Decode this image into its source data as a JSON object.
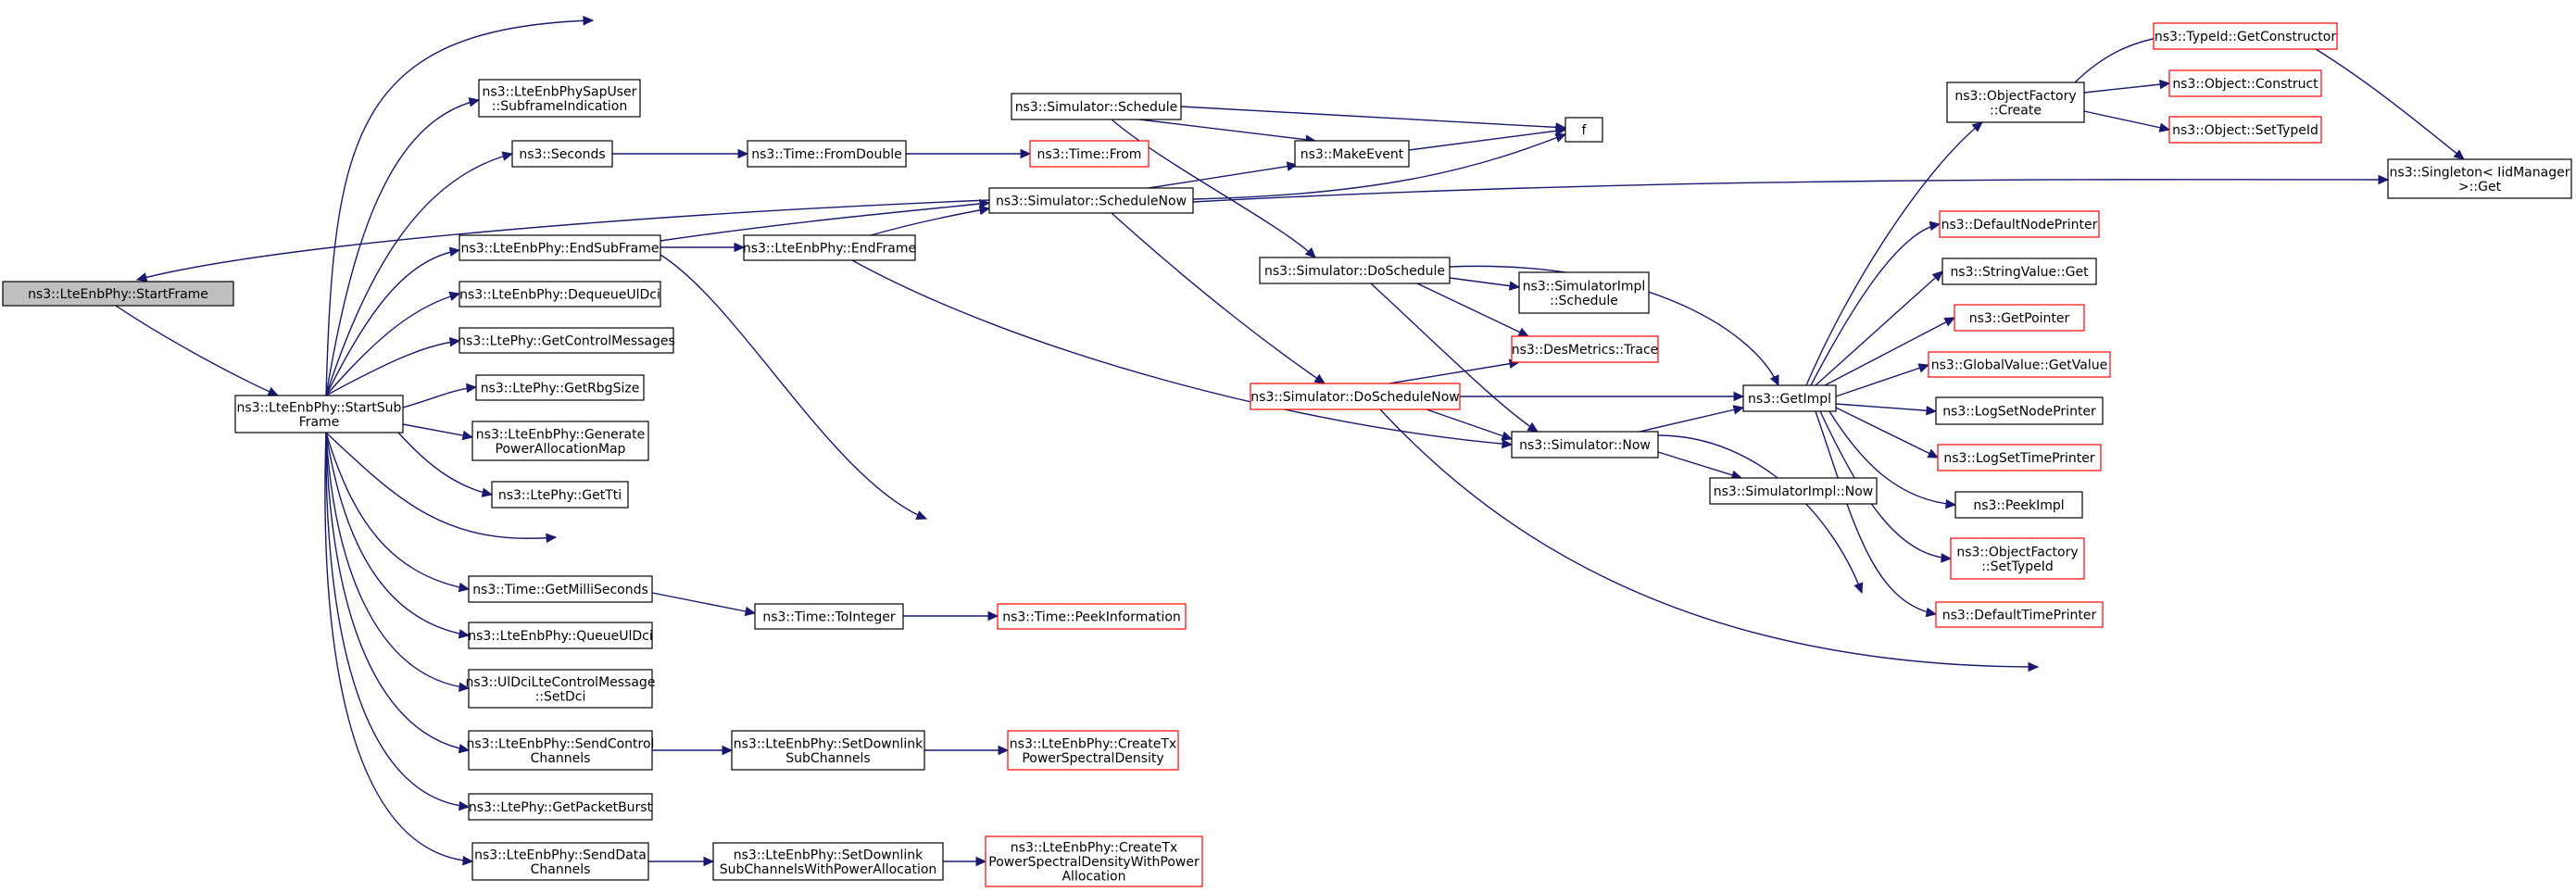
{
  "graph": {
    "title": "ns3::LteEnbPhy::StartFrame call graph",
    "colors": {
      "edge": "#191970",
      "node_border": "#000000",
      "truncated_border": "#ff0000",
      "root_fill": "#bfbfbf"
    },
    "nodes": {
      "startframe": {
        "lines": [
          "ns3::LteEnbPhy::StartFrame"
        ],
        "truncated": false,
        "root": true
      },
      "startsubframe": {
        "lines": [
          "ns3::LteEnbPhy::StartSub",
          "Frame"
        ],
        "truncated": false
      },
      "sapuser": {
        "lines": [
          "ns3::LteEnbPhySapUser",
          "::SubframeIndication"
        ],
        "truncated": false
      },
      "seconds": {
        "lines": [
          "ns3::Seconds"
        ],
        "truncated": false
      },
      "endsubframe": {
        "lines": [
          "ns3::LteEnbPhy::EndSubFrame"
        ],
        "truncated": false
      },
      "dequeueuldci": {
        "lines": [
          "ns3::LteEnbPhy::DequeueUlDci"
        ],
        "truncated": false
      },
      "getcontrolmessages": {
        "lines": [
          "ns3::LtePhy::GetControlMessages"
        ],
        "truncated": false
      },
      "getrbgsize": {
        "lines": [
          "ns3::LtePhy::GetRbgSize"
        ],
        "truncated": false
      },
      "generatepower": {
        "lines": [
          "ns3::LteEnbPhy::Generate",
          "PowerAllocationMap"
        ],
        "truncated": false
      },
      "gettti": {
        "lines": [
          "ns3::LtePhy::GetTti"
        ],
        "truncated": false
      },
      "getmilliseconds": {
        "lines": [
          "ns3::Time::GetMilliSeconds"
        ],
        "truncated": false
      },
      "queueuldci": {
        "lines": [
          "ns3::LteEnbPhy::QueueUlDci"
        ],
        "truncated": false
      },
      "setdci": {
        "lines": [
          "ns3::UlDciLteControlMessage",
          "::SetDci"
        ],
        "truncated": false
      },
      "sendcontrol": {
        "lines": [
          "ns3::LteEnbPhy::SendControl",
          "Channels"
        ],
        "truncated": false
      },
      "getpacketburst": {
        "lines": [
          "ns3::LtePhy::GetPacketBurst"
        ],
        "truncated": false
      },
      "senddata": {
        "lines": [
          "ns3::LteEnbPhy::SendData",
          "Channels"
        ],
        "truncated": false
      },
      "fromdouble": {
        "lines": [
          "ns3::Time::FromDouble"
        ],
        "truncated": false
      },
      "timefrom": {
        "lines": [
          "ns3::Time::From"
        ],
        "truncated": true
      },
      "endframe": {
        "lines": [
          "ns3::LteEnbPhy::EndFrame"
        ],
        "truncated": false
      },
      "tointeger": {
        "lines": [
          "ns3::Time::ToInteger"
        ],
        "truncated": false
      },
      "peekinformation": {
        "lines": [
          "ns3::Time::PeekInformation"
        ],
        "truncated": true
      },
      "setdownlinksub": {
        "lines": [
          "ns3::LteEnbPhy::SetDownlink",
          "SubChannels"
        ],
        "truncated": false
      },
      "createtxpsd": {
        "lines": [
          "ns3::LteEnbPhy::CreateTx",
          "PowerSpectralDensity"
        ],
        "truncated": true
      },
      "setdownlinkpower": {
        "lines": [
          "ns3::LteEnbPhy::SetDownlink",
          "SubChannelsWithPowerAllocation"
        ],
        "truncated": false
      },
      "createtxpsdpower": {
        "lines": [
          "ns3::LteEnbPhy::CreateTx",
          "PowerSpectralDensityWithPower",
          "Allocation"
        ],
        "truncated": true
      },
      "schedule": {
        "lines": [
          "ns3::Simulator::Schedule"
        ],
        "truncated": false
      },
      "schedulenow": {
        "lines": [
          "ns3::Simulator::ScheduleNow"
        ],
        "truncated": false
      },
      "makeevent": {
        "lines": [
          "ns3::MakeEvent"
        ],
        "truncated": false
      },
      "f": {
        "lines": [
          "f"
        ],
        "truncated": false
      },
      "doschedule": {
        "lines": [
          "ns3::Simulator::DoSchedule"
        ],
        "truncated": false
      },
      "doschedulenow": {
        "lines": [
          "ns3::Simulator::DoScheduleNow"
        ],
        "truncated": true
      },
      "simimplschedule": {
        "lines": [
          "ns3::SimulatorImpl",
          "::Schedule"
        ],
        "truncated": false
      },
      "desmetricstrace": {
        "lines": [
          "ns3::DesMetrics::Trace"
        ],
        "truncated": true
      },
      "simnow": {
        "lines": [
          "ns3::Simulator::Now"
        ],
        "truncated": false
      },
      "simimplnow": {
        "lines": [
          "ns3::SimulatorImpl::Now"
        ],
        "truncated": false
      },
      "getimpl": {
        "lines": [
          "ns3::GetImpl"
        ],
        "truncated": false
      },
      "objectfactorycreate": {
        "lines": [
          "ns3::ObjectFactory",
          "::Create"
        ],
        "truncated": false
      },
      "getconstructor": {
        "lines": [
          "ns3::TypeId::GetConstructor"
        ],
        "truncated": true
      },
      "objectconstruct": {
        "lines": [
          "ns3::Object::Construct"
        ],
        "truncated": true
      },
      "objectsettypeid": {
        "lines": [
          "ns3::Object::SetTypeId"
        ],
        "truncated": true
      },
      "singletonget": {
        "lines": [
          "ns3::Singleton< IidManager",
          " >::Get"
        ],
        "truncated": false
      },
      "defaultnodeprinter": {
        "lines": [
          "ns3::DefaultNodePrinter"
        ],
        "truncated": true
      },
      "stringvalueget": {
        "lines": [
          "ns3::StringValue::Get"
        ],
        "truncated": false
      },
      "getpointer": {
        "lines": [
          "ns3::GetPointer"
        ],
        "truncated": true
      },
      "globalvaluegetvalue": {
        "lines": [
          "ns3::GlobalValue::GetValue"
        ],
        "truncated": true
      },
      "logsetnodeprinter": {
        "lines": [
          "ns3::LogSetNodePrinter"
        ],
        "truncated": false
      },
      "logsettimeprinter": {
        "lines": [
          "ns3::LogSetTimePrinter"
        ],
        "truncated": true
      },
      "peekimpl": {
        "lines": [
          "ns3::PeekImpl"
        ],
        "truncated": false
      },
      "objectfactorysettypeid": {
        "lines": [
          "ns3::ObjectFactory",
          "::SetTypeId"
        ],
        "truncated": true
      },
      "defaulttimeprinter": {
        "lines": [
          "ns3::DefaultTimePrinter"
        ],
        "truncated": true
      }
    }
  }
}
